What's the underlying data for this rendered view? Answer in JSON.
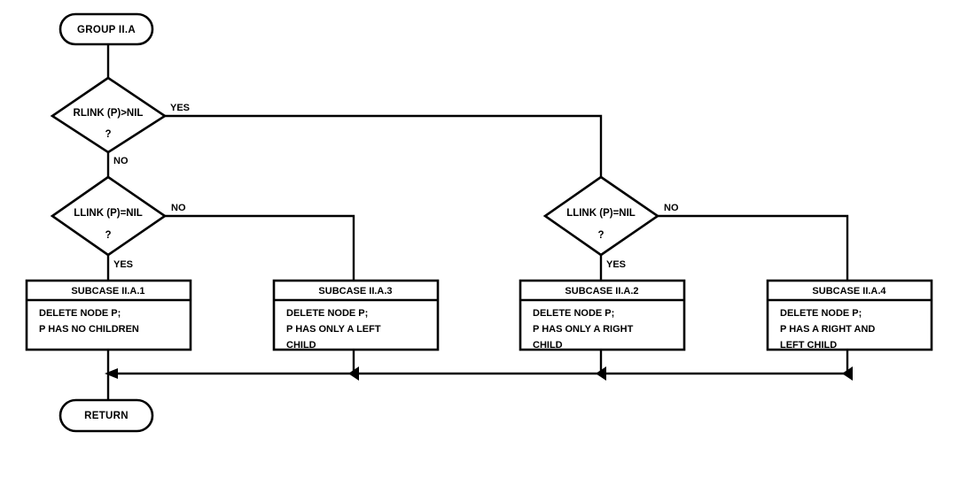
{
  "diagram": {
    "title": "GROUP II.A deletion case flowchart",
    "background_color": "#ffffff",
    "line_color": "#000000",
    "text_color": "#000000"
  },
  "terminals": {
    "start": {
      "label": "GROUP II.A"
    },
    "end": {
      "label": "RETURN"
    }
  },
  "decisions": [
    {
      "id": "d1",
      "condition": "RLINK (P)>NIL",
      "question_mark": "?",
      "yes_label": "YES",
      "no_label": "NO"
    },
    {
      "id": "d2",
      "condition": "LLINK (P)=NIL",
      "question_mark": "?",
      "yes_label": "YES",
      "no_label": "NO"
    },
    {
      "id": "d3",
      "condition": "LLINK (P)=NIL",
      "question_mark": "?",
      "yes_label": "YES",
      "no_label": "NO"
    }
  ],
  "subcases": [
    {
      "id": "s1",
      "title": "SUBCASE II.A.1",
      "lines": [
        "DELETE NODE P;",
        "P HAS NO CHILDREN"
      ]
    },
    {
      "id": "s3",
      "title": "SUBCASE II.A.3",
      "lines": [
        "DELETE NODE P;",
        "P HAS ONLY A LEFT",
        "CHILD"
      ]
    },
    {
      "id": "s2",
      "title": "SUBCASE II.A.2",
      "lines": [
        "DELETE NODE P;",
        "P HAS ONLY A RIGHT",
        "CHILD"
      ]
    },
    {
      "id": "s4",
      "title": "SUBCASE II.A.4",
      "lines": [
        "DELETE NODE P;",
        "P HAS A RIGHT AND",
        "LEFT CHILD"
      ]
    }
  ]
}
